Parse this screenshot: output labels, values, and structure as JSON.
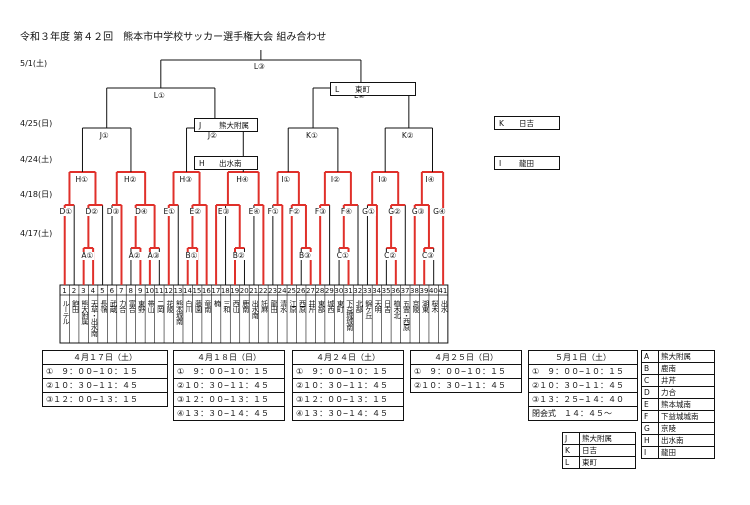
{
  "title": "令和３年度 第４２回　熊本市中学校サッカー選手権大会 組み合わせ",
  "dates": [
    "5/1(土)",
    "4/25(日)",
    "4/24(土)",
    "4/18(日)",
    "4/17(土)"
  ],
  "match_labels": {
    "L3": "L③",
    "L1": "L①",
    "L2": "L②",
    "J1": "J①",
    "J2": "J②",
    "K1": "K①",
    "K2": "K②",
    "H1": "H①",
    "H2": "H②",
    "H3": "H③",
    "H4": "H④",
    "I1": "I①",
    "I2": "I②",
    "I3": "I③",
    "I4": "I④",
    "D1": "D①",
    "D2": "D②",
    "D3": "D③",
    "D4": "D④",
    "E1": "E①",
    "E2": "E②",
    "E3": "E③",
    "E4": "E④",
    "F1": "F①",
    "F2": "F②",
    "F3": "F③",
    "F4": "F④",
    "G1": "G①",
    "G2": "G②",
    "G3": "G③",
    "G4": "G④",
    "A1": "A①",
    "A2": "A②",
    "A3": "A③",
    "B1": "B①",
    "B2": "B②",
    "B3": "B③",
    "C1": "C①",
    "C2": "C②",
    "C3": "C③"
  },
  "venue_boxes": {
    "L": {
      "key": "L",
      "name": "東町"
    },
    "J": {
      "key": "J",
      "name": "熊大附属"
    },
    "K": {
      "key": "K",
      "name": "日吉"
    },
    "H": {
      "key": "H",
      "name": "出水南"
    },
    "I": {
      "key": "I",
      "name": "龍田"
    }
  },
  "teams": [
    "ルーテル",
    "飽田",
    "熊大附属",
    "天草・出水南",
    "長嶺",
    "武蔵",
    "力合",
    "富合",
    "東野",
    "帯山",
    "二岡",
    "花陵",
    "熊本城南",
    "白川",
    "藤園",
    "竜南",
    "楠",
    "三和",
    "西山",
    "鹿南",
    "出水南",
    "託麻",
    "龍田",
    "清水",
    "江原",
    "西原",
    "井芹",
    "東部",
    "城西",
    "東町",
    "下益城城南",
    "北部",
    "錦ケ丘",
    "天明",
    "日吉",
    "植木北",
    "五霊・西原",
    "京陵",
    "湖東",
    "桜木",
    "出水"
  ],
  "schedules": [
    {
      "date": "４月１７日（土）",
      "rows": [
        "①　９：００−１０：１５",
        "②１０：３０−１１：４５",
        "③１２：００−１３：１５"
      ]
    },
    {
      "date": "４月１８日（日）",
      "rows": [
        "①　９：００−１０：１５",
        "②１０：３０−１１：４５",
        "③１２：００−１３：１５",
        "④１３：３０−１４：４５"
      ]
    },
    {
      "date": "４月２４日（土）",
      "rows": [
        "①　９：００−１０：１５",
        "②１０：３０−１１：４５",
        "③１２：００−１３：１５",
        "④１３：３０−１４：４５"
      ]
    },
    {
      "date": "４月２５日（日）",
      "rows": [
        "①　９：００−１０：１５",
        "②１０：３０−１１：４５"
      ]
    },
    {
      "date": "５月１日（土）",
      "rows": [
        "①　９：００−１０：１５",
        "②１０：３０−１１：４５",
        "③１３：２５−１４：４０",
        "閉会式　１４：４５〜"
      ]
    }
  ],
  "legend_main": [
    {
      "k": "A",
      "v": "熊大附属"
    },
    {
      "k": "B",
      "v": "鹿南"
    },
    {
      "k": "C",
      "v": "井芹"
    },
    {
      "k": "D",
      "v": "力合"
    },
    {
      "k": "E",
      "v": "熊本城南"
    },
    {
      "k": "F",
      "v": "下益城城南"
    },
    {
      "k": "G",
      "v": "京陵"
    },
    {
      "k": "H",
      "v": "出水南"
    },
    {
      "k": "I",
      "v": "龍田"
    }
  ],
  "legend_sub": [
    {
      "k": "J",
      "v": "熊大附属"
    },
    {
      "k": "K",
      "v": "日吉"
    },
    {
      "k": "L",
      "v": "東町"
    }
  ],
  "colors": {
    "line": "#111111",
    "red": "#e0302a"
  }
}
